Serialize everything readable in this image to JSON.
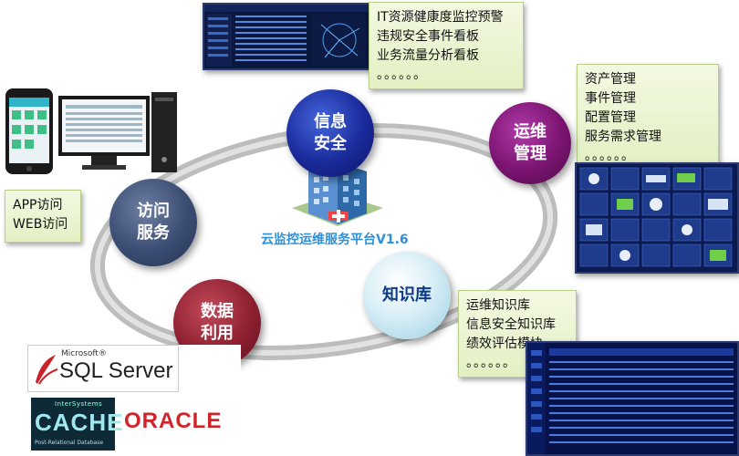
{
  "center": {
    "title": "云监控运维服务平台V1.6"
  },
  "nodes": {
    "security": "信息\n安全",
    "ops": "运维\n管理",
    "access": "访问\n服务",
    "data": "数据\n利用",
    "knowledge": "知识库"
  },
  "notes": {
    "monitor": [
      "IT资源健康度监控预警",
      "违规安全事件看板",
      "业务流量分析看板"
    ],
    "monitor_dots": "。。。。。。",
    "ops": [
      "资产管理",
      "事件管理",
      "配置管理",
      "服务需求管理"
    ],
    "ops_dots": "。。。。。。",
    "access": [
      "APP访问",
      "WEB访问"
    ],
    "knowledge": [
      "运维知识库",
      "信息安全知识库",
      "绩效评估模块"
    ],
    "knowledge_dots": "。。。。。。"
  },
  "logos": {
    "sql_small": "Microsoft®",
    "sql": "SQL Server",
    "cache_top": "InterSystems",
    "cache": "CACHE",
    "cache_sub": "Post-Relational Database",
    "oracle": "ORACLE"
  },
  "colors": {
    "ring": "#c9c9c9",
    "note_bg": "#e9f4cf",
    "center_title": "#2f8fd8"
  }
}
